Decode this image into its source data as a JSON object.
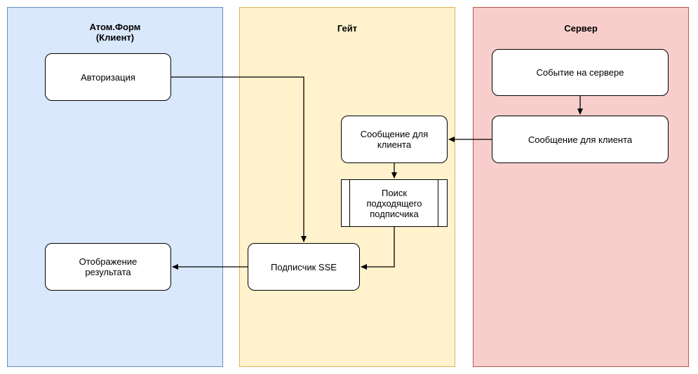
{
  "lanes": {
    "client": {
      "title": "Атом.Форм\n(Клиент)",
      "fill": "#dae8fc",
      "stroke": "#6c8ebf"
    },
    "gate": {
      "title": "Гейт",
      "fill": "#fff2cc",
      "stroke": "#d6b656"
    },
    "server": {
      "title": "Сервер",
      "fill": "#f8cecc",
      "stroke": "#b85450"
    }
  },
  "nodes": {
    "auth": "Авторизация",
    "result": "Отображение\nрезультата",
    "message_gate": "Сообщение для\nклиента",
    "search": "Поиск\nподходящего\nподписчика",
    "sse": "Подписчик SSE",
    "server_event": "Событие на сервере",
    "message_server": "Сообщение для клиента"
  }
}
